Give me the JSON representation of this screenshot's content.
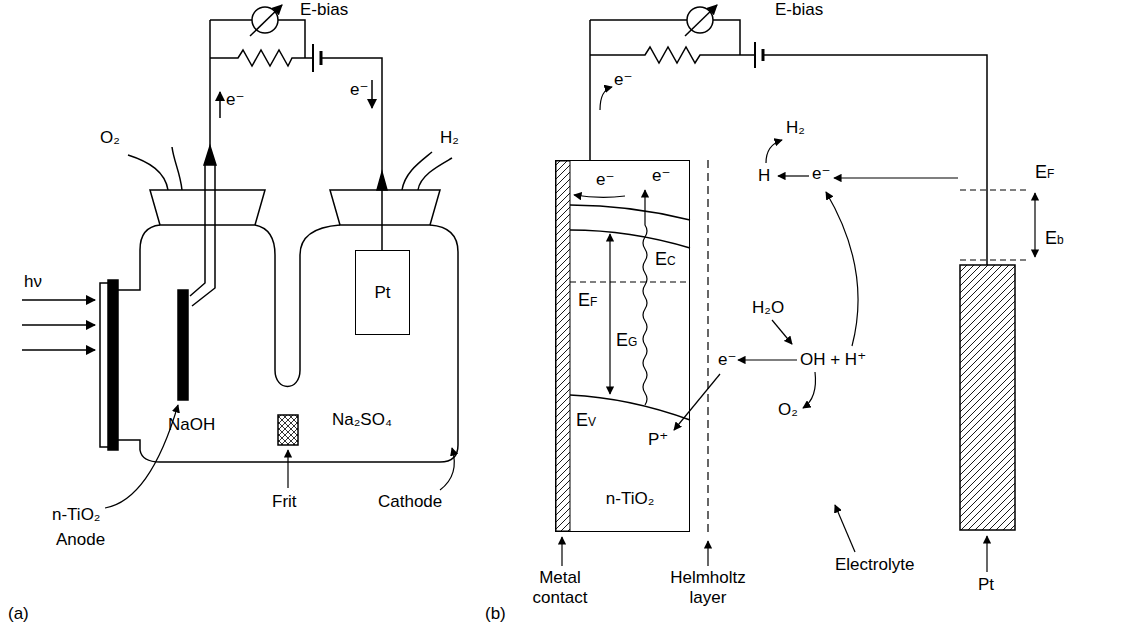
{
  "diagram": {
    "nodes": [
      {
        "text": [
          "Pt"
        ]
      },
      {
        "text": [
          "n-TiO₂"
        ]
      }
    ],
    "labels": [
      "E-bias",
      "e⁻",
      "e⁻",
      "O₂",
      "H₂",
      "hν",
      "NaOH",
      "Na₂SO₄",
      "Frit",
      "Cathode",
      "n-TiO₂",
      "Anode",
      "(a)",
      "E-bias",
      "e⁻",
      "H₂",
      "H",
      "e⁻",
      "EF",
      "Eb",
      "e⁻",
      "e⁻",
      "EC",
      "EF",
      "EG",
      "H₂O",
      "e⁻",
      "OH + H⁺",
      "P⁺",
      "EV",
      "O₂",
      "Electrolyte",
      "Metal contact",
      "Helmholtz layer",
      "Pt",
      "(b)"
    ]
  }
}
